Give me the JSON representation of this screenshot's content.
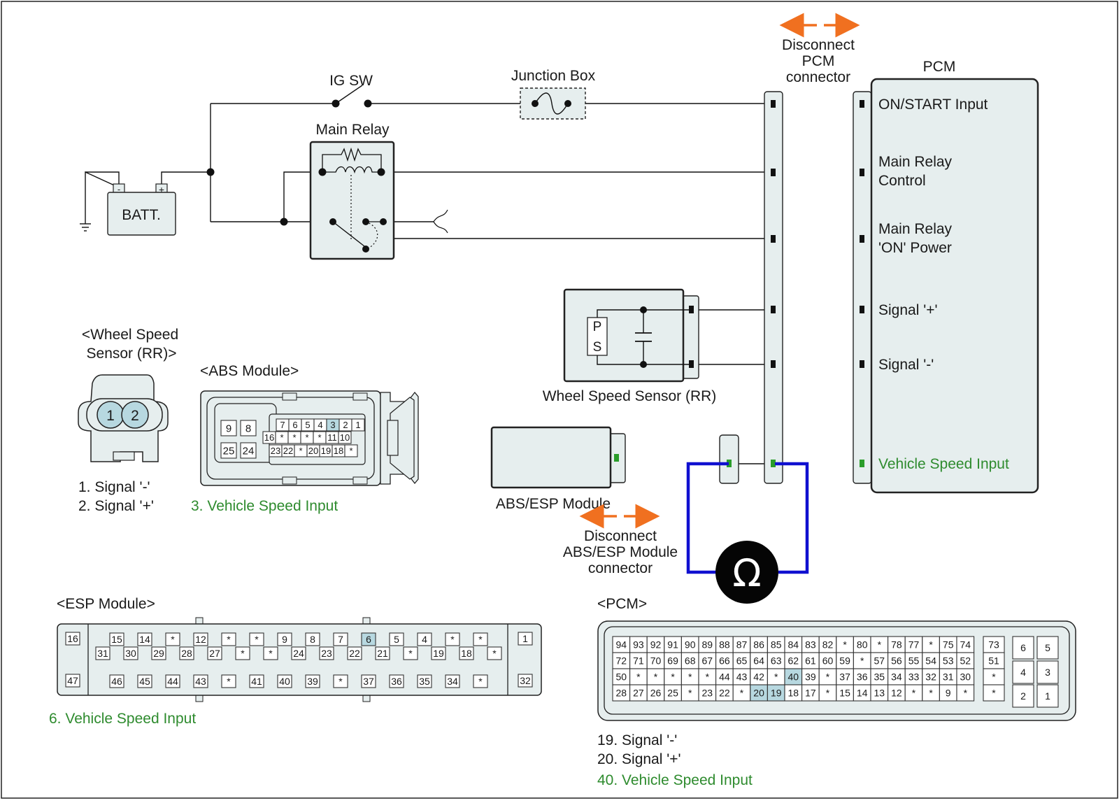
{
  "labels": {
    "ig_sw": "IG SW",
    "junction_box": "Junction Box",
    "main_relay": "Main Relay",
    "batt": "BATT.",
    "batt_minus": "-",
    "batt_plus": "+",
    "disconnect_pcm": [
      "Disconnect",
      "PCM",
      "connector"
    ],
    "pcm_title": "PCM",
    "pcm_pins": [
      "ON/START Input",
      "Main Relay",
      "Control",
      "Main Relay",
      "'ON' Power",
      "Signal '+'",
      "Signal '-'",
      "Vehicle Speed Input"
    ],
    "wss_box_p": "P",
    "wss_box_s": "S",
    "wss_caption": "Wheel Speed Sensor (RR)",
    "abs_esp_caption": "ABS/ESP Module",
    "disconnect_abs": [
      "Disconnect",
      "ABS/ESP Module",
      "connector"
    ],
    "ohm": "Ω"
  },
  "wheel_sensor_conn": {
    "title": [
      "<Wheel Speed",
      "Sensor (RR)>"
    ],
    "pins": [
      "1",
      "2"
    ],
    "legend": [
      "1. Signal '-'",
      "2. Signal '+'"
    ]
  },
  "abs_conn": {
    "title": "<ABS Module>",
    "left_pins": [
      "9",
      "8",
      "25",
      "24"
    ],
    "row1": [
      "7",
      "6",
      "5",
      "4",
      "3",
      "2",
      "1"
    ],
    "row2": [
      "16",
      "*",
      "*",
      "*",
      "*",
      "11",
      "10"
    ],
    "row3": [
      "23",
      "22",
      "*",
      "20",
      "19",
      "18",
      "*"
    ],
    "legend": "3. Vehicle Speed Input"
  },
  "esp_conn": {
    "title": "<ESP Module>",
    "left": [
      "16",
      "47"
    ],
    "right": [
      "1",
      "32"
    ],
    "row1": [
      "15",
      "14",
      "*",
      "12",
      "*",
      "*",
      "9",
      "8",
      "7",
      "6",
      "5",
      "4",
      "*",
      "*"
    ],
    "row2": [
      "31",
      "30",
      "29",
      "28",
      "27",
      "*",
      "*",
      "24",
      "23",
      "22",
      "21",
      "*",
      "19",
      "18",
      "*"
    ],
    "row3": [
      "46",
      "45",
      "44",
      "43",
      "*",
      "41",
      "40",
      "39",
      "*",
      "37",
      "36",
      "35",
      "34",
      "*"
    ],
    "legend": "6. Vehicle Speed Input"
  },
  "pcm_conn": {
    "title": "<PCM>",
    "rows": [
      [
        "94",
        "93",
        "92",
        "91",
        "90",
        "89",
        "88",
        "87",
        "86",
        "85",
        "84",
        "83",
        "82",
        "*",
        "80",
        "*",
        "78",
        "77",
        "*",
        "75",
        "74"
      ],
      [
        "72",
        "71",
        "70",
        "69",
        "68",
        "67",
        "66",
        "65",
        "64",
        "63",
        "62",
        "61",
        "60",
        "59",
        "*",
        "57",
        "56",
        "55",
        "54",
        "53",
        "52"
      ],
      [
        "50",
        "*",
        "*",
        "*",
        "*",
        "*",
        "44",
        "43",
        "42",
        "*",
        "40",
        "39",
        "*",
        "37",
        "36",
        "35",
        "34",
        "33",
        "32",
        "31",
        "30"
      ],
      [
        "28",
        "27",
        "26",
        "25",
        "*",
        "23",
        "22",
        "*",
        "20",
        "19",
        "18",
        "17",
        "*",
        "15",
        "14",
        "13",
        "12",
        "*",
        "*",
        "9",
        "*"
      ]
    ],
    "side": [
      "73",
      "51",
      "*",
      "*"
    ],
    "block": [
      "6",
      "5",
      "4",
      "3",
      "2",
      "1"
    ],
    "legend": [
      "19. Signal '-'",
      "20. Signal '+'",
      "40. Vehicle Speed Input"
    ]
  },
  "colors": {
    "accent_green": "#2e8b2e",
    "highlight": "#b7d8e0",
    "meter_loop": "#1010d0",
    "arrow": "#f07020"
  }
}
